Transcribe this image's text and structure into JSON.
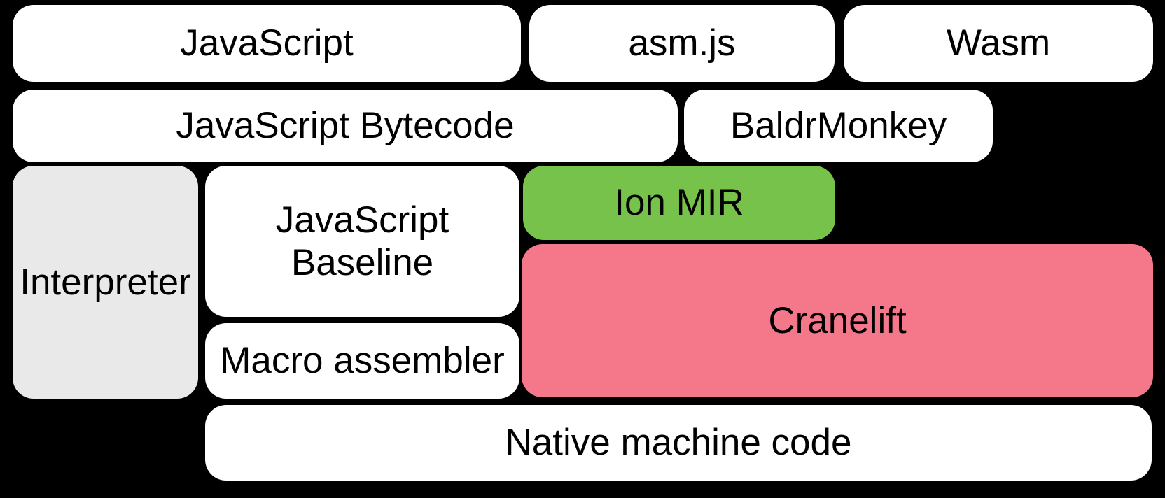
{
  "diagram": {
    "background_color": "#000000",
    "text_color": "#000000",
    "colors": {
      "box_default": "#ffffff",
      "interpreter_gray": "#e9e9e9",
      "ion_green": "#77c24a",
      "cranelift_pink": "#f4788a"
    },
    "boxes": {
      "javascript": {
        "label": "JavaScript",
        "color": "#ffffff"
      },
      "asmjs": {
        "label": "asm.js",
        "color": "#ffffff"
      },
      "wasm": {
        "label": "Wasm",
        "color": "#ffffff"
      },
      "js_bytecode": {
        "label": "JavaScript Bytecode",
        "color": "#ffffff"
      },
      "baldrmonkey": {
        "label": "BaldrMonkey",
        "color": "#ffffff"
      },
      "interpreter": {
        "label": "Interpreter",
        "color": "#e9e9e9"
      },
      "js_baseline": {
        "label": "JavaScript Baseline",
        "color": "#ffffff"
      },
      "ion_mir": {
        "label": "Ion MIR",
        "color": "#77c24a"
      },
      "cranelift": {
        "label": "Cranelift",
        "color": "#f4788a"
      },
      "macro_assembler": {
        "label": "Macro assembler",
        "color": "#ffffff"
      },
      "native": {
        "label": "Native machine code",
        "color": "#ffffff"
      }
    }
  }
}
